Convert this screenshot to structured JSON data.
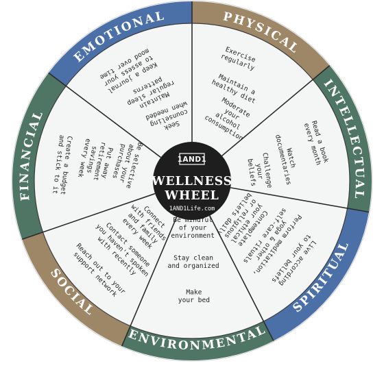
{
  "center": {
    "logo": "1AND1",
    "title_line1": "WELLNESS",
    "title_line2": "WHEEL",
    "url": "1AND1Life.com"
  },
  "colors": {
    "blue": "#4b70a8",
    "tan": "#9e8767",
    "green": "#4f7565",
    "inner_fill": "#f4f5f5",
    "divider": "#2b2b2b",
    "center": "#1e1e1e"
  },
  "sections": [
    {
      "id": "emotional",
      "label": "EMOTIONAL",
      "color": "blue",
      "tips": [
        [
          "Keep a journal",
          "to assess your",
          "mood over time"
        ],
        [
          "Maintain",
          "regular sleep",
          "patterns"
        ],
        [
          "Seek",
          "counseling",
          "when needed"
        ]
      ]
    },
    {
      "id": "physical",
      "label": "PHYSICAL",
      "color": "tan",
      "tips": [
        [
          "Exercise",
          "regularly"
        ],
        [
          "Maintain a",
          "healthy diet"
        ],
        [
          "Moderate",
          "your",
          "alcohol",
          "consumption"
        ]
      ]
    },
    {
      "id": "intellectual",
      "label": "INTELLECTUAL",
      "color": "green",
      "tips": [
        [
          "Read a book",
          "every month"
        ],
        [
          "Watch",
          "documentaries"
        ],
        [
          "Challenge",
          "your",
          "beliefs"
        ]
      ]
    },
    {
      "id": "spiritual",
      "label": "SPIRITUAL",
      "color": "blue",
      "tips": [
        [
          "Contemplate",
          "your ethical",
          "or religious",
          "beliefs daily"
        ],
        [
          "Perform meditation,",
          "yoga & other",
          "self-care rituals"
        ],
        [
          "Live according",
          "to your beliefs"
        ]
      ]
    },
    {
      "id": "environmental",
      "label": "ENVIRONMENTAL",
      "color": "green",
      "tips": [
        [
          "Make",
          "your bed"
        ],
        [
          "Stay clean",
          "and organized"
        ],
        [
          "Be mindful",
          "of your",
          "environment"
        ]
      ]
    },
    {
      "id": "social",
      "label": "SOCIAL",
      "color": "tan",
      "tips": [
        [
          "Connect",
          "with friends",
          "and family",
          "every week"
        ],
        [
          "Contact someone",
          "you haven't spoken",
          "with recently"
        ],
        [
          "Reach out to your",
          "support network"
        ]
      ]
    },
    {
      "id": "financial",
      "label": "FINANCIAL",
      "color": "green",
      "tips": [
        [
          "Create a budget",
          "and stick to it"
        ],
        [
          "Put away",
          "retirement",
          "savings",
          "every week"
        ],
        [
          "Be selective",
          "about your",
          "purchases"
        ]
      ]
    }
  ]
}
